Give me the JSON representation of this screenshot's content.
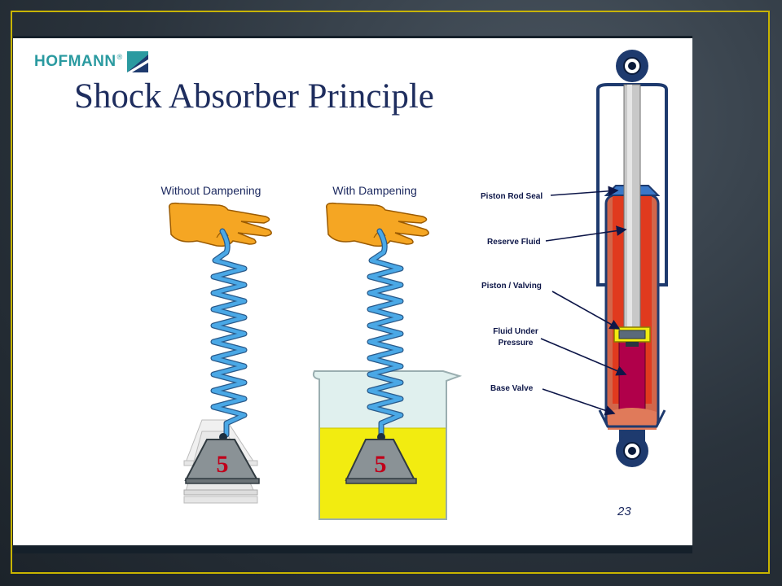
{
  "logo": {
    "text": "HOFMANN",
    "mark": "®"
  },
  "title": "Shock Absorber Principle",
  "panels": [
    {
      "caption": "Without Dampening",
      "weight_label": "5"
    },
    {
      "caption": "With Dampening",
      "weight_label": "5"
    }
  ],
  "callouts": [
    {
      "label": "Piston Rod Seal"
    },
    {
      "label": "Reserve Fluid"
    },
    {
      "label": "Piston / Valving"
    },
    {
      "label_line1": "Fluid Under",
      "label_line2": "Pressure"
    },
    {
      "label": "Base Valve"
    }
  ],
  "page_number": "23",
  "colors": {
    "accent_border": "#c8b400",
    "title": "#1e2d5e",
    "spring": "#4aa8e6",
    "hand": "#f5a623",
    "fluid": "#f2ec10",
    "shock_reserve": "#e03a1e",
    "shock_pressure": "#b0004a"
  }
}
